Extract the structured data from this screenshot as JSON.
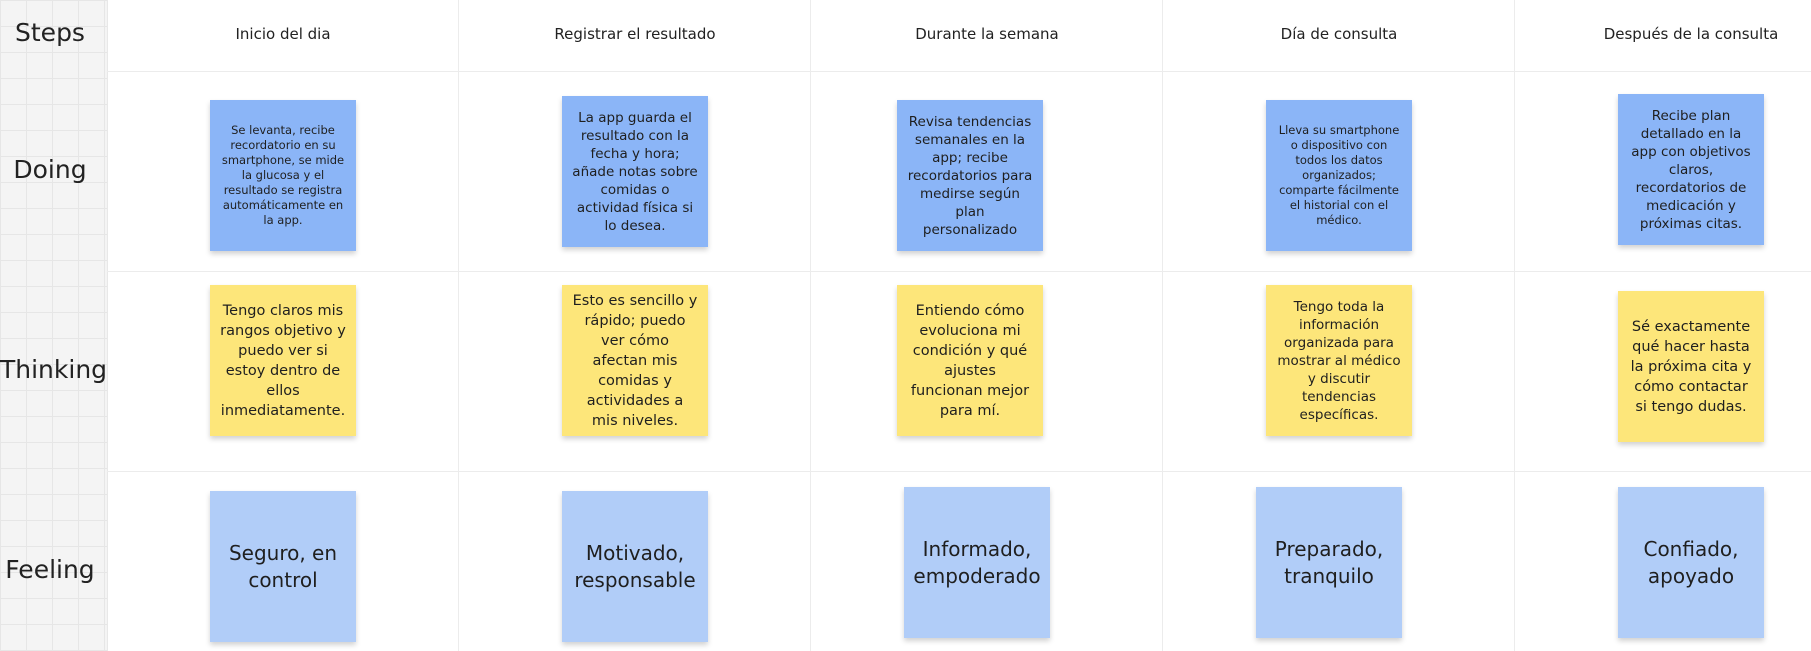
{
  "rows": [
    {
      "label": "Steps"
    },
    {
      "label": "Doing"
    },
    {
      "label": "Thinking"
    },
    {
      "label": "Feeling"
    }
  ],
  "columns": [
    {
      "step": "Inicio del dia",
      "doing": "Se levanta, recibe recordatorio en su smartphone, se mide la glucosa y el resultado se registra automáticamente en la app.",
      "thinking": "Tengo claros mis rangos objetivo y puedo ver si estoy dentro de ellos inmediatamente.",
      "feeling": "Seguro, en control"
    },
    {
      "step": "Registrar el resultado",
      "doing": "La app guarda el resultado con la fecha y hora; añade notas sobre comidas o actividad física si lo desea.",
      "thinking": "Esto es sencillo y rápido; puedo ver cómo afectan mis comidas y actividades a mis niveles.",
      "feeling": "Motivado, responsable"
    },
    {
      "step": "Durante la semana",
      "doing": "Revisa tendencias semanales en la app; recibe recordatorios para medirse según plan personalizado",
      "thinking": "Entiendo cómo evoluciona mi condición y qué ajustes funcionan mejor para mí.",
      "feeling": "Informado, empoderado"
    },
    {
      "step": "Día de consulta",
      "doing": "Lleva su smartphone o dispositivo con todos los datos organizados; comparte fácilmente el historial con el médico.",
      "thinking": "Tengo toda la información organizada para mostrar al médico y discutir tendencias específicas.",
      "feeling": "Preparado, tranquilo"
    },
    {
      "step": "Después de la consulta",
      "doing": "Recibe plan detallado en la app con objetivos claros, recordatorios de medicación y próximas citas.",
      "thinking": "Sé exactamente qué hacer hasta la próxima cita y cómo contactar si tengo dudas.",
      "feeling": "Confiado, apoyado"
    }
  ],
  "colors": {
    "doing_note": "#8bb5f7",
    "thinking_note": "#fde67a",
    "feeling_note": "#b1cdf8"
  }
}
